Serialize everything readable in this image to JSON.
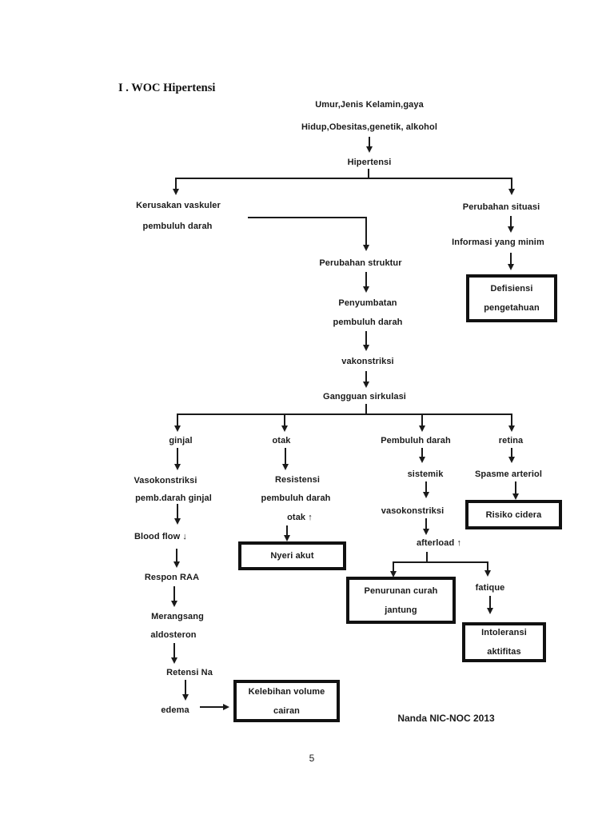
{
  "page": {
    "title": "I . WOC Hipertensi",
    "reference": "Nanda NIC-NOC 2013",
    "page_number": "5"
  },
  "flowchart": {
    "root_cause": {
      "line1": "Umur,Jenis Kelamin,gaya",
      "line2": "Hidup,Obesitas,genetik, alkohol"
    },
    "hipertensi": "Hipertensi",
    "kerusakan": {
      "line1": "Kerusakan vaskuler",
      "line2": "pembuluh darah"
    },
    "perubahan_situasi": "Perubahan situasi",
    "informasi": "Informasi yang minim",
    "defisiensi": {
      "line1": "Defisiensi",
      "line2": "pengetahuan"
    },
    "perubahan_struktur": "Perubahan struktur",
    "penyumbatan": {
      "line1": "Penyumbatan",
      "line2": "pembuluh darah"
    },
    "vakonstriksi": "vakonstriksi",
    "gangguan_sirkulasi": "Gangguan sirkulasi",
    "organs": {
      "ginjal": "ginjal",
      "otak": "otak",
      "pembuluh_darah": "Pembuluh darah",
      "retina": "retina"
    },
    "ginjal_path": {
      "vasokonstriksi": {
        "line1": "Vasokonstriksi",
        "line2": "pemb.darah ginjal"
      },
      "blood_flow": "Blood flow ↓",
      "respon_raa": "Respon RAA",
      "merangsang": {
        "line1": "Merangsang",
        "line2": "aldosteron"
      },
      "retensi_na": "Retensi Na",
      "edema": "edema",
      "kelebihan": {
        "line1": "Kelebihan volume",
        "line2": "cairan"
      }
    },
    "otak_path": {
      "resistensi": {
        "line1": "Resistensi",
        "line2": "pembuluh darah",
        "line3": "otak ↑"
      },
      "nyeri_akut": "Nyeri akut"
    },
    "pembuluh_path": {
      "sistemik": "sistemik",
      "vasokonstriksi": "vasokonstriksi",
      "afterload": "afterload ↑",
      "penurunan": {
        "line1": "Penurunan curah",
        "line2": "jantung"
      },
      "fatique": "fatique",
      "intoleransi": {
        "line1": "Intoleransi",
        "line2": "aktifitas"
      }
    },
    "retina_path": {
      "spasme": "Spasme arteriol",
      "risiko_cidera": "Risiko cidera"
    }
  }
}
